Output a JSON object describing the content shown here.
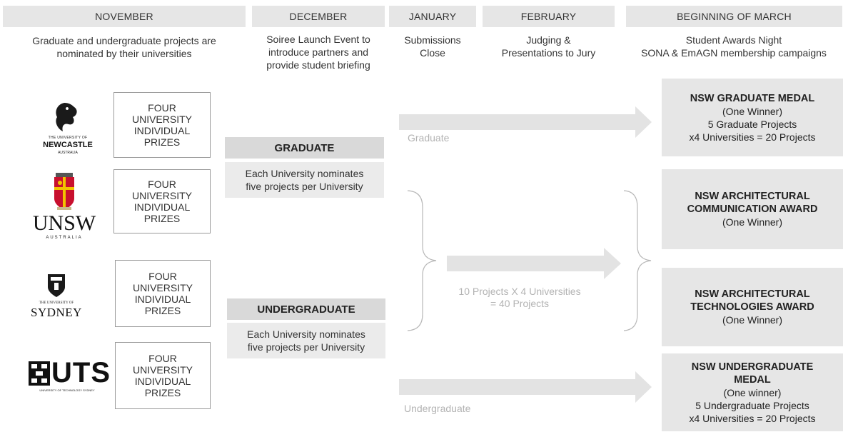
{
  "headers": {
    "november": "NOVEMBER",
    "december": "DECEMBER",
    "january": "JANUARY",
    "february": "FEBRUARY",
    "march": "BEGINNING OF MARCH"
  },
  "subheaders": {
    "november": "Graduate and undergraduate  projects are\nnominated by their universities",
    "december": "Soiree Launch Event to\nintroduce partners and\nprovide student briefing",
    "january": "Submissions\nClose",
    "february": "Judging &\nPresentations to Jury",
    "march": "Student Awards Night\nSONA & EmAGN membership campaigns"
  },
  "universities": [
    {
      "name_line1": "THE UNIVERSITY OF",
      "name_line2": "NEWCASTLE",
      "name_line3": "AUSTRALIA",
      "prize": "FOUR\nUNIVERSITY\nINDIVIDUAL\nPRIZES"
    },
    {
      "name_line1": "UNSW",
      "name_line2": "AUSTRALIA",
      "prize": "FOUR\nUNIVERSITY\nINDIVIDUAL\nPRIZES"
    },
    {
      "name_line1": "THE UNIVERSITY OF",
      "name_line2": "SYDNEY",
      "prize": "FOUR\nUNIVERSITY\nINDIVIDUAL\nPRIZES"
    },
    {
      "name_line1": "UTS",
      "name_line2": "UNIVERSITY OF TECHNOLOGY SYDNEY",
      "prize": "FOUR\nUNIVERSITY\nINDIVIDUAL\nPRIZES"
    }
  ],
  "categories": {
    "graduate": {
      "label": "GRADUATE",
      "note": "Each University nominates\nfive projects per University"
    },
    "undergraduate": {
      "label": "UNDERGRADUATE",
      "note": "Each University nominates\nfive projects per University"
    }
  },
  "flows": {
    "graduate": "Graduate",
    "undergraduate": "Undergraduate",
    "combined_line1": "10 Projects X 4 Universities",
    "combined_line2": "= 40 Projects"
  },
  "awards": [
    {
      "title": "NSW GRADUATE  MEDAL",
      "detail": "(One Winner)\n5 Graduate Projects\nx4 Universities  = 20 Projects"
    },
    {
      "title": "NSW ARCHITECTURAL\nCOMMUNICATION  AWARD",
      "detail": "(One Winner)"
    },
    {
      "title": "NSW ARCHITECTURAL\nTECHNOLOGIES  AWARD",
      "detail": "(One Winner)"
    },
    {
      "title": "NSW UNDERGRADUATE\nMEDAL",
      "detail": "(One winner)\n5 Undergraduate  Projects\nx4 Universities  = 20 Projects"
    }
  ],
  "colors": {
    "header_bg": "#e6e6e6",
    "label_bg": "#d9d9d9",
    "arrow": "#e3e3e3",
    "unsw_red": "#c8102e",
    "uts_black": "#111111"
  }
}
